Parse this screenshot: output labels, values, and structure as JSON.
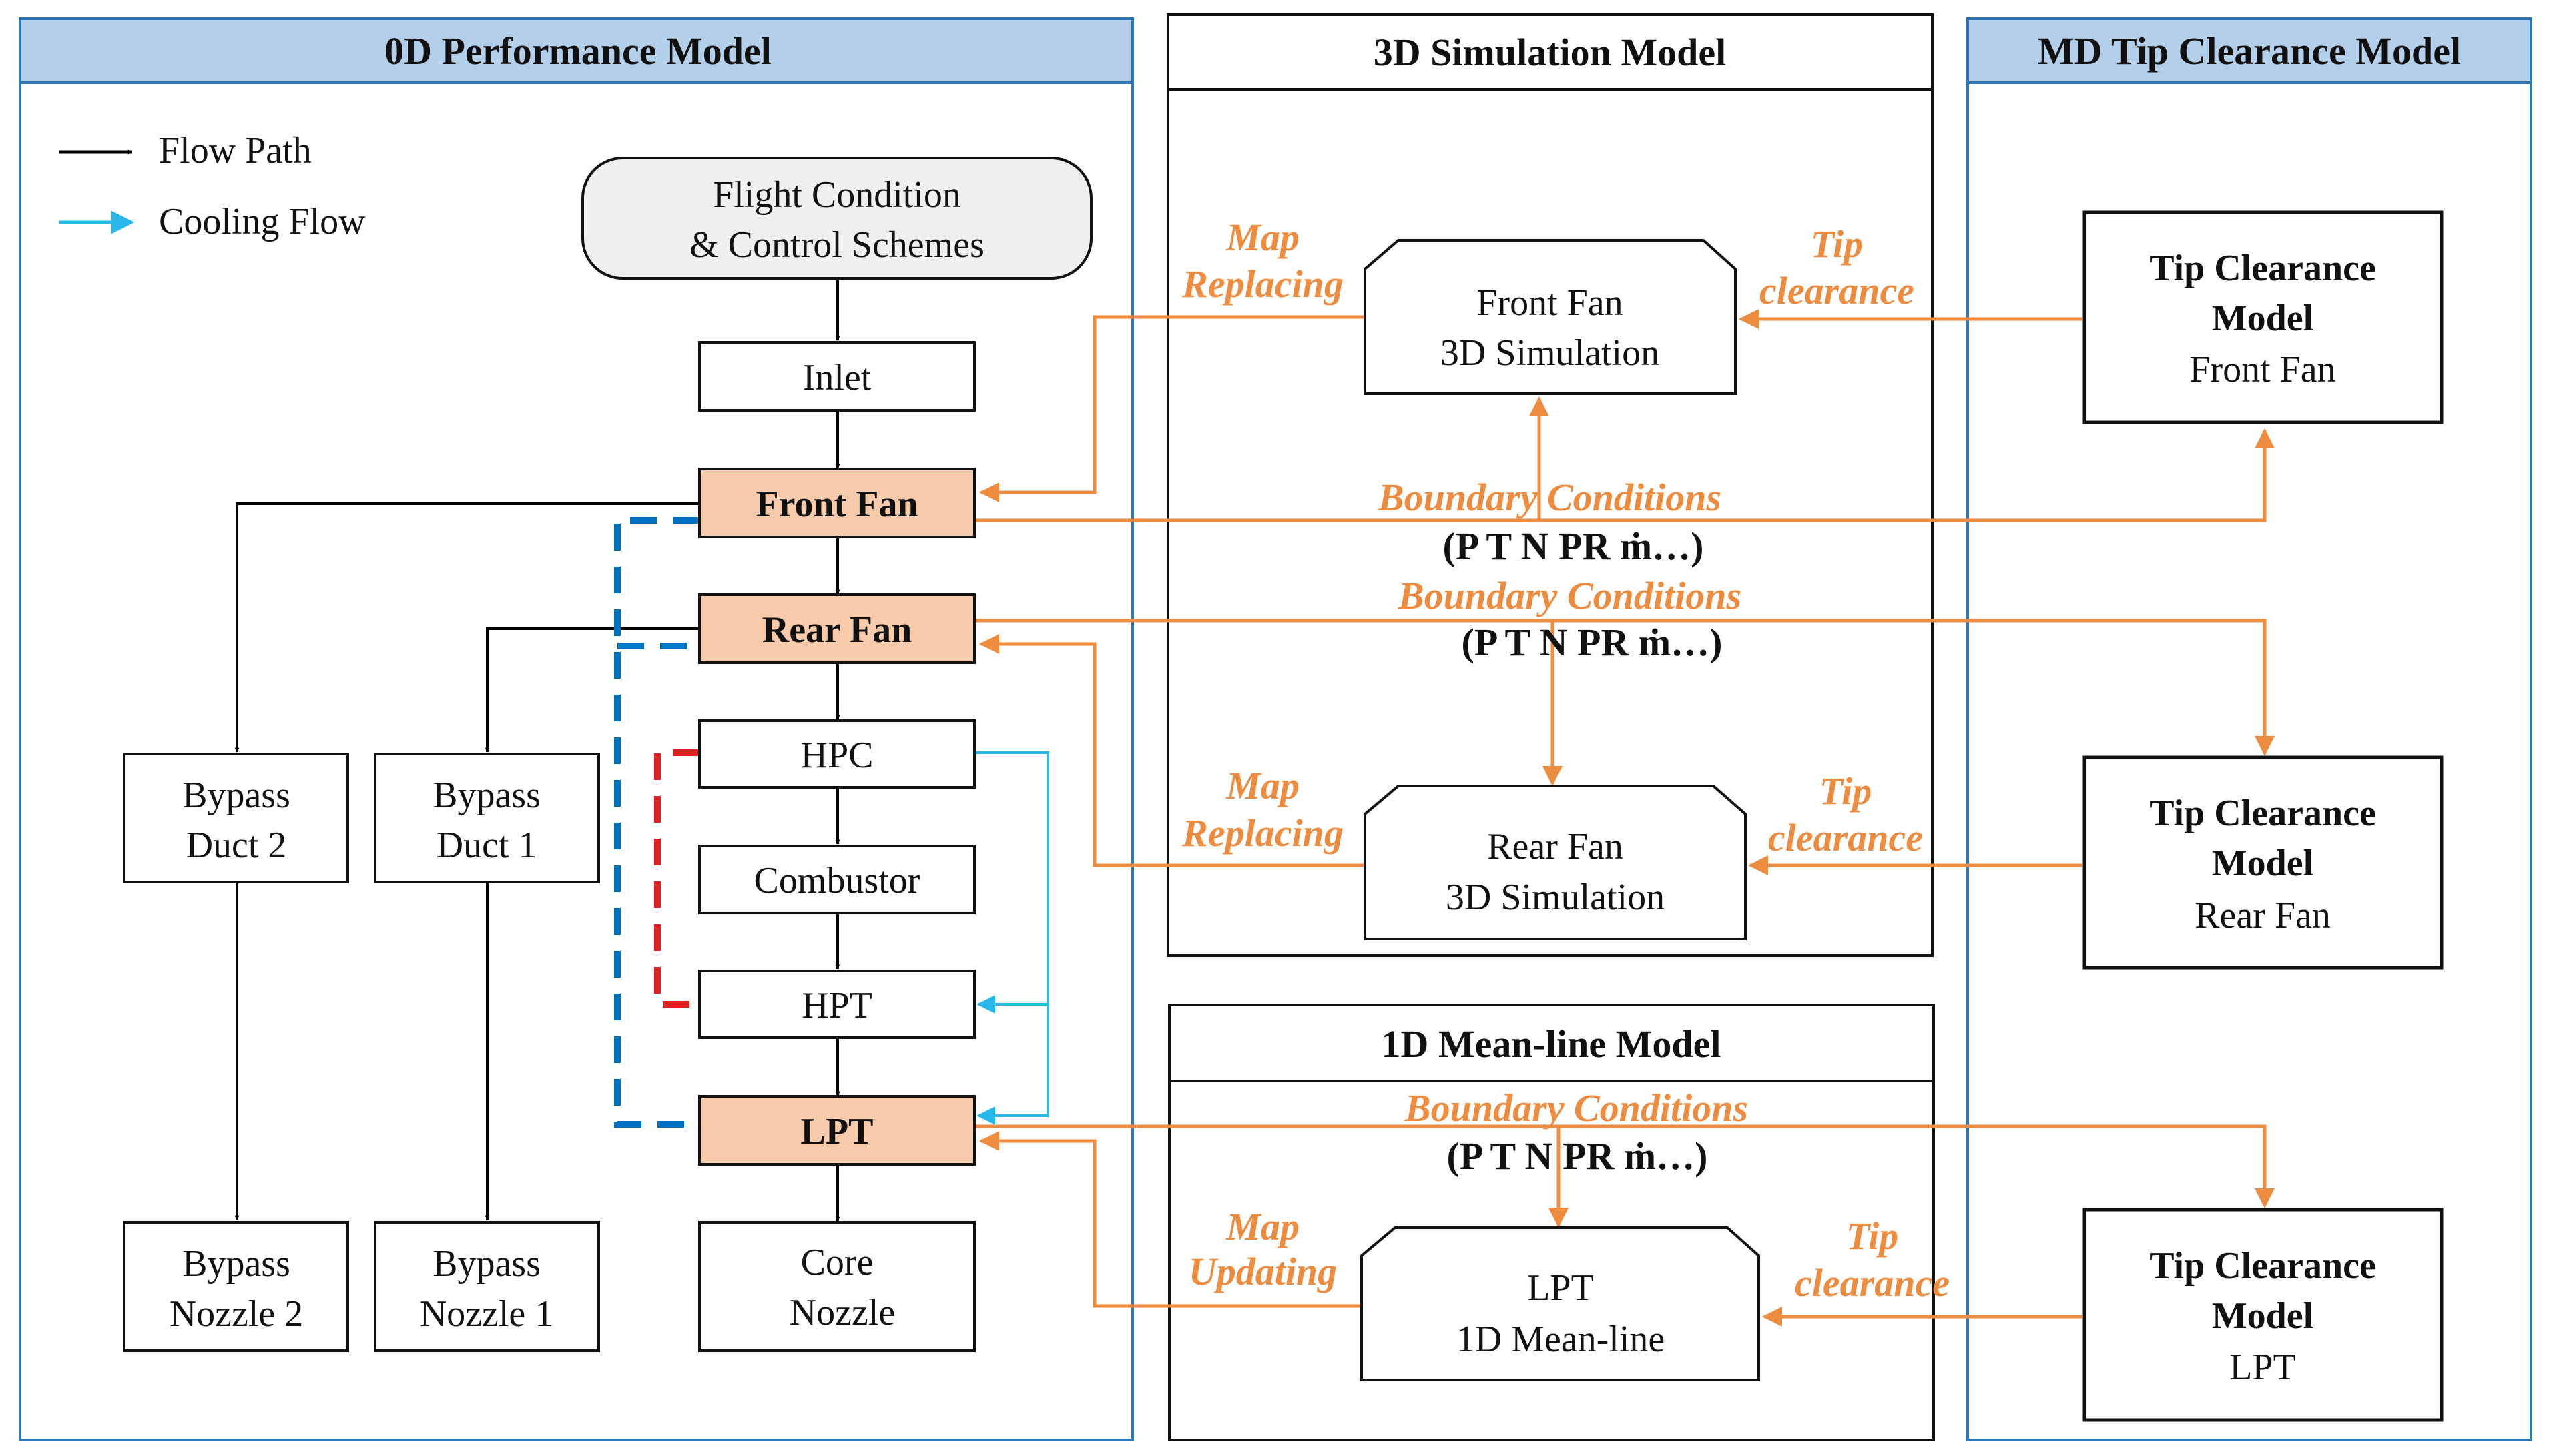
{
  "panels": {
    "perf0d": "0D Performance Model",
    "sim3d": "3D Simulation Model",
    "tip_md": "MD Tip Clearance Model",
    "meanline1d": "1D Mean-line Model"
  },
  "legend": {
    "flow_path": "Flow Path",
    "cooling_flow": "Cooling Flow"
  },
  "components": {
    "flight_line1": "Flight Condition",
    "flight_line2": "& Control Schemes",
    "inlet": "Inlet",
    "front_fan": "Front Fan",
    "rear_fan": "Rear Fan",
    "hpc": "HPC",
    "combustor": "Combustor",
    "hpt": "HPT",
    "lpt": "LPT",
    "core_nozzle_1": "Core",
    "core_nozzle_2": "Nozzle",
    "bypass_duct2_1": "Bypass",
    "bypass_duct2_2": "Duct 2",
    "bypass_duct1_1": "Bypass",
    "bypass_duct1_2": "Duct 1",
    "bypass_nozzle2_1": "Bypass",
    "bypass_nozzle2_2": "Nozzle 2",
    "bypass_nozzle1_1": "Bypass",
    "bypass_nozzle1_2": "Nozzle 1"
  },
  "sim": {
    "front_1": "Front Fan",
    "front_2": "3D Simulation",
    "rear_1": "Rear Fan",
    "rear_2": "3D Simulation",
    "lpt_1": "LPT",
    "lpt_2": "1D Mean-line"
  },
  "tip": {
    "title_1": "Tip Clearance",
    "title_2": "Model",
    "front": "Front Fan",
    "rear": "Rear Fan",
    "lpt": "LPT"
  },
  "labels": {
    "map": "Map",
    "replacing": "Replacing",
    "updating": "Updating",
    "tip": "Tip",
    "clearance": "clearance",
    "boundary_conditions": "Boundary Conditions",
    "bc_params": "(P T N PR ṁ…)"
  },
  "colors": {
    "flow_path": "#000000",
    "cooling_flow": "#29B6E8",
    "orange": "#ED8B3F",
    "panel_header": "#B4CFEA",
    "panel_border": "#2E75B6",
    "fan_fill": "#F8CBAD",
    "dashed_blue": "#0070C0",
    "dashed_red": "#E02020"
  }
}
